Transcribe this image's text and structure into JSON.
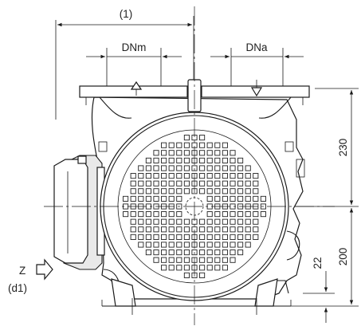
{
  "dimensions": {
    "overall_width": "(1)",
    "suction_nominal_diameter": "DNm",
    "discharge_nominal_diameter": "DNa",
    "height_above_axis": "230",
    "shaft_height": "200",
    "foot_height": "22"
  },
  "connection": {
    "view_label": "Z",
    "diameter_label": "(d1)"
  },
  "vent_grid": {
    "rows": 19,
    "cols": 19
  }
}
